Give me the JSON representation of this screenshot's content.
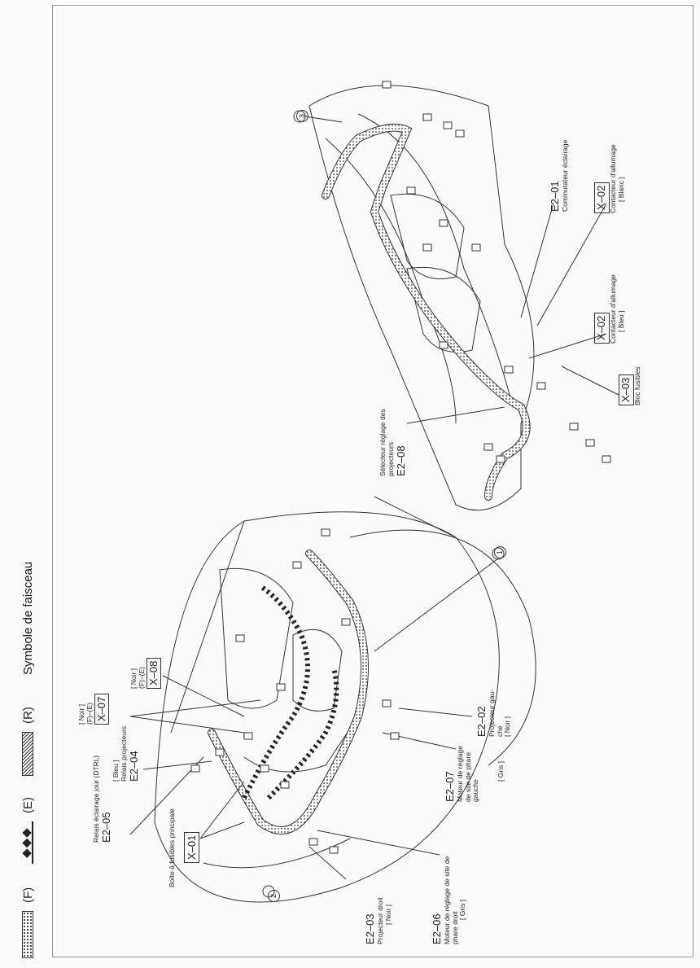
{
  "legend": {
    "items": [
      {
        "swatch": "dotted",
        "label": "(F)"
      },
      {
        "swatch": "diamonds",
        "label": "(E)"
      },
      {
        "swatch": "hatched",
        "label": "(R)"
      }
    ],
    "title": "Symbole de faisceau"
  },
  "lower_diagram": {
    "x01": "X–01",
    "x01_label": "Boîte à fusibles principale",
    "c2": "2",
    "e203_code": "E2–03",
    "e203_label": "Projecteur droit",
    "e203_color": "[ Noir ]",
    "e206_code": "E2–06",
    "e206_line1": "Moteur de réglage de site de",
    "e206_line2": "phare droit",
    "e206_color": "[ Gris ]",
    "e205_code": "E2–05",
    "e205_label": "Relais éclairage jour (DTRL)",
    "e204_code": "E2–04",
    "e204_color": "[ Bleu ]",
    "e204_label": "Relais projecteurs",
    "x07_color": "[ Noir ]",
    "x07_fe": "(F)–(E)",
    "x07": "X–07",
    "x08_color": "[ Noir ]",
    "x08_fe": "(F)–(E)",
    "x08": "X–08",
    "e207_code": "E2–07",
    "e207_line1": "Moteur de réglage",
    "e207_line2": "de site de phare",
    "e207_line3": "gauche",
    "e207_color": "[ Gris ]",
    "e202_code": "E2–02",
    "e202_line1": "Projecteur gau-",
    "e202_line2": "che",
    "e202_color": "[ Noir ]",
    "c1": "1"
  },
  "upper_diagram": {
    "c3": "3",
    "e201_code": "E2–01",
    "e201_label": "Commutateur éclairage",
    "x02a": "X–02",
    "x02a_label": "Contacteur d'allumage",
    "x02a_color": "[ Blanc ]",
    "x02b": "X–02",
    "x02b_label": "Contacteur d'allumage",
    "x02b_color": "[ Bleu ]",
    "x03": "X–03",
    "x03_label": "Bloc fusibles",
    "e208_line1": "Sélecteur réglage des",
    "e208_line2": "projecteurs",
    "e208_code": "E2–08"
  }
}
